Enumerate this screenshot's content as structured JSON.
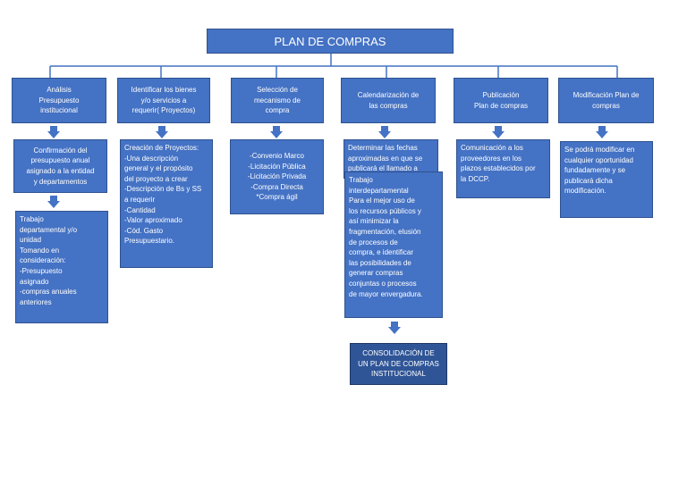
{
  "title": "PLAN DE COMPRAS",
  "columns": [
    {
      "header": "Análisis\nPresupuesto\ninstitucional",
      "steps": [
        "Confirmación del\npresupuesto anual\nasignado a la entidad\ny departamentos",
        "Trabajo\ndepartamental y/o\nunidad\nTomando en\nconsideración:\n-Presupuesto\nasignado\n-compras anuales\nanteriores"
      ]
    },
    {
      "header": "Identificar los bienes\ny/o servicios a\nrequerir( Proyectos)",
      "steps": [
        "Creación de Proyectos:\n-Una descripción\ngeneral y el propósito\ndel proyecto a crear\n-Descripción de Bs y SS\na requerir\n-Cantidad\n-Valor aproximado\n-Cód. Gasto\nPresupuestario."
      ]
    },
    {
      "header": "Selección de\nmecanismo de\ncompra",
      "steps": [
        "-Convenio Marco\n-Licitación Pública\n-Licitación Privada\n-Compra Directa\n*Compra ágil"
      ]
    },
    {
      "header": "Calendarización de\nlas compras",
      "steps": [
        "Determinar las fechas\naproximadas en que se\npublicará el llamado a",
        "Trabajo\ninterdepartamental\nPara el mejor uso de\nlos recursos públicos y\nasí minimizar la\nfragmentación, elusión\nde procesos de\ncompra, e identificar\nlas posibilidades de\ngenerar compras\nconjuntas o procesos\nde mayor envergadura.",
        "CONSOLIDACIÓN DE\nUN PLAN DE COMPRAS\nINSTITUCIONAL"
      ]
    },
    {
      "header": "Publicación\nPlan de compras",
      "steps": [
        "Comunicación a los\nproveedores en los\nplazos establecidos por\nla DCCP."
      ]
    },
    {
      "header": "Modificación Plan de\ncompras",
      "steps": [
        "Se podrá modificar en\ncualquier oportunidad\nfundadamente y se\npublicará dicha\nmodificación."
      ]
    }
  ]
}
